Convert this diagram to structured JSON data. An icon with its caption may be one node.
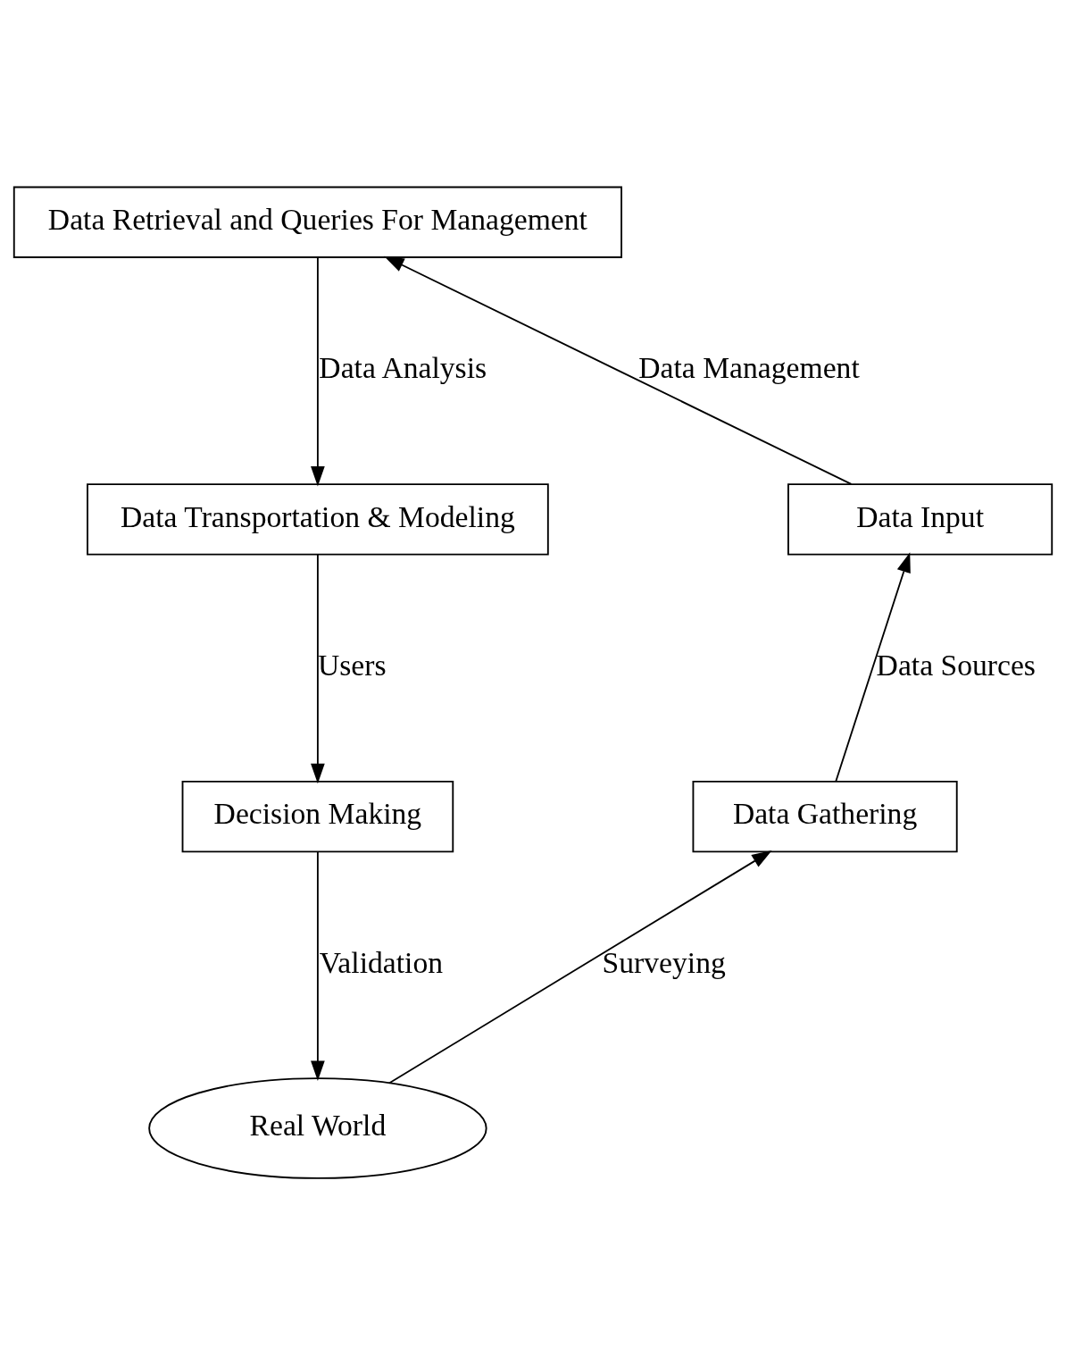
{
  "diagram": {
    "nodes": [
      {
        "text": [
          "Data Retrieval and Queries For Management"
        ]
      },
      {
        "text": [
          "Data Input"
        ]
      },
      {
        "text": [
          "Data Transportation & Modeling"
        ]
      },
      {
        "text": [
          "Data Gathering"
        ]
      },
      {
        "text": [
          "Decision Making"
        ]
      },
      {
        "text": [
          "Real World"
        ]
      }
    ],
    "edges": [
      {
        "from": 1,
        "to": 0,
        "arrow": "to",
        "label": "Data Management"
      },
      {
        "from": 0,
        "to": 2,
        "arrow": "to",
        "label": "Data Analysis"
      },
      {
        "from": 3,
        "to": 1,
        "arrow": "to",
        "label": "Data Sources"
      },
      {
        "from": 2,
        "to": 4,
        "arrow": "to",
        "label": "Users"
      },
      {
        "from": 4,
        "to": 5,
        "arrow": "to",
        "label": "Validation"
      },
      {
        "from": 5,
        "to": 3,
        "arrow": "to",
        "label": "Surveying"
      }
    ]
  }
}
